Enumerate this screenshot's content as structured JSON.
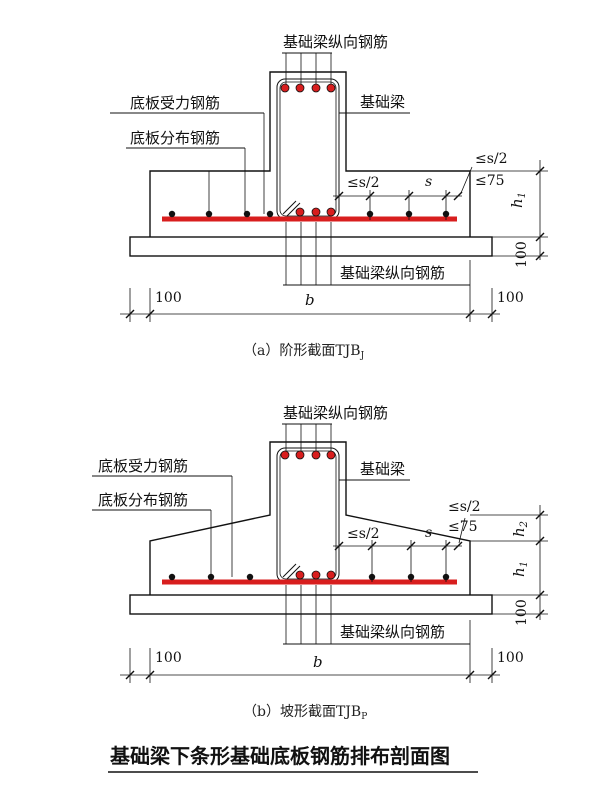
{
  "colors": {
    "rebar": "#d81e1e",
    "line": "#111111"
  },
  "diagram_a": {
    "label_top": "基础梁纵向钢筋",
    "label_beam": "基础梁",
    "label_main_rebar": "底板受力钢筋",
    "label_dist_rebar": "底板分布钢筋",
    "label_bottom": "基础梁纵向钢筋",
    "dim_s_half_left": "≤s/2",
    "dim_s": "s",
    "dim_s_half_right": "≤s/2",
    "dim_75": "≤75",
    "dim_h1": "h",
    "dim_h1_sub": "1",
    "dim_100_right_vert": "100",
    "dim_100_left": "100",
    "dim_b": "b",
    "dim_100_right": "100",
    "caption_main": "（a）阶形截面TJB",
    "caption_sub": "J"
  },
  "diagram_b": {
    "label_top": "基础梁纵向钢筋",
    "label_beam": "基础梁",
    "label_main_rebar": "底板受力钢筋",
    "label_dist_rebar": "底板分布钢筋",
    "label_bottom": "基础梁纵向钢筋",
    "dim_s_half_left": "≤s/2",
    "dim_s": "s",
    "dim_s_half_right": "≤s/2",
    "dim_75": "≤75",
    "dim_h1": "h",
    "dim_h1_sub": "1",
    "dim_h2": "h",
    "dim_h2_sub": "2",
    "dim_100_right_vert": "100",
    "dim_100_left": "100",
    "dim_b": "b",
    "dim_100_right": "100",
    "caption_main": "（b）坡形截面TJB",
    "caption_sub": "P"
  },
  "page_title": "基础梁下条形基础底板钢筋排布剖面图"
}
